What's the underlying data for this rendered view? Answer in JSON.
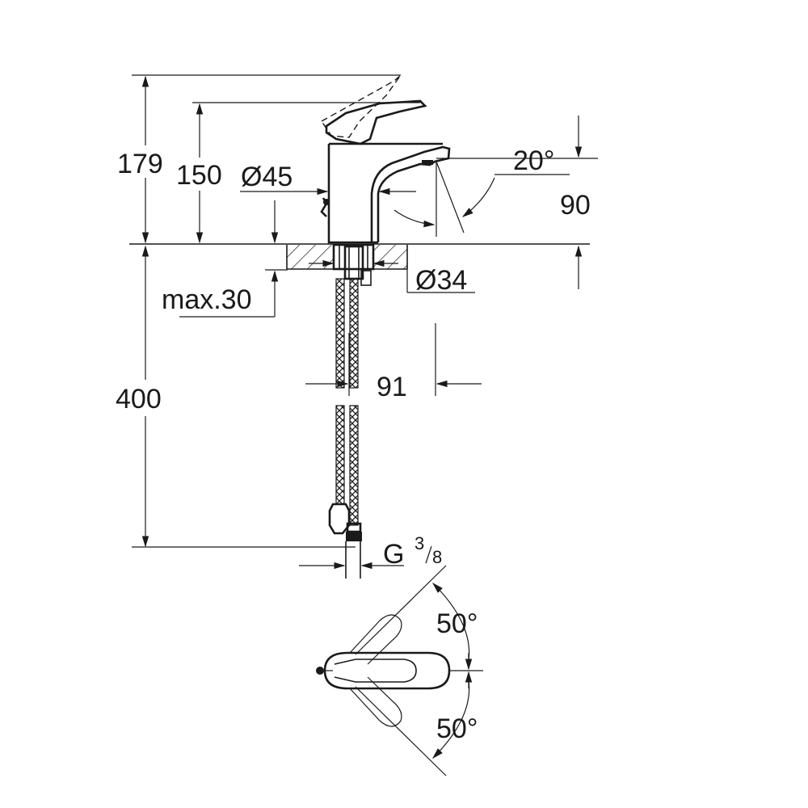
{
  "dimensions": {
    "height_total": "179",
    "height_spout": "150",
    "diameter_body": "Ø45",
    "spout_angle": "20°",
    "spout_height": "90",
    "diameter_base": "Ø34",
    "max_thickness": "max.30",
    "projection": "91",
    "hose_length": "400",
    "thread_main": "G",
    "thread_num": "3",
    "thread_den": "8",
    "lever_angle_top": "50°",
    "lever_angle_bottom": "50°"
  }
}
